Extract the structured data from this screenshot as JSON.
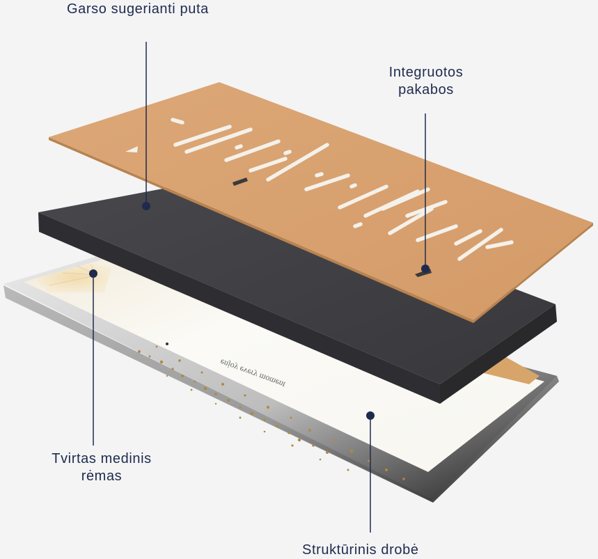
{
  "labels": {
    "foam": "Garso sugerianti puta",
    "hangers_line1": "Integruotos",
    "hangers_line2": "pakabos",
    "frame_line1": "Tvirtas medinis",
    "frame_line2": "rėmas",
    "canvas": "Struktūrinis drobė"
  },
  "print_text": "enjoy every moment",
  "colors": {
    "label_text": "#1f2b4d",
    "pointer": "#1f2b4d",
    "cardboard": "#d9a273",
    "foam": "#3c3c40",
    "frame_edge": "#151515",
    "canvas": "#fbfaf6",
    "gold": "#b08a3e",
    "background": "#f4f4f5"
  }
}
